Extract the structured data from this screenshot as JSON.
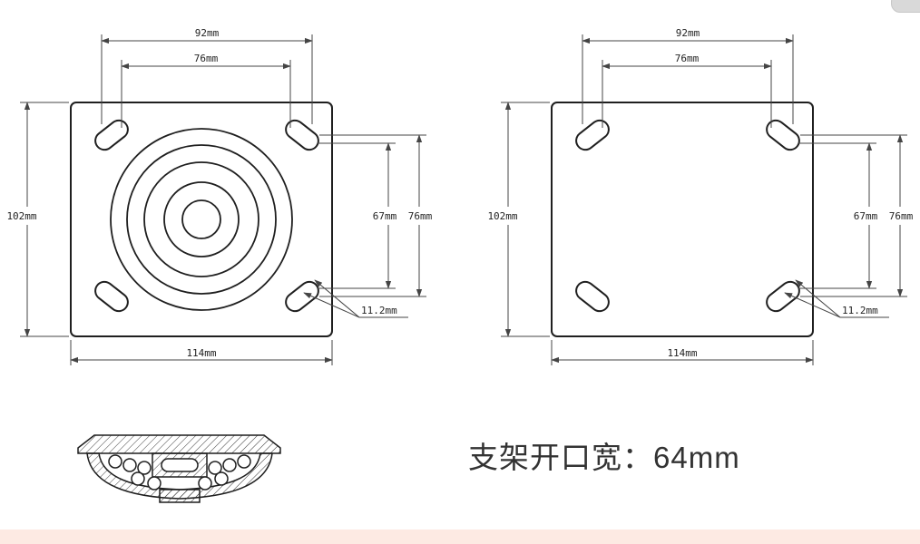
{
  "colors": {
    "line": "#1f1f1f",
    "dim_line": "#444444",
    "text": "#222222",
    "footer_bar": "#fdeae3",
    "note_text": "#333333"
  },
  "note": {
    "text": "支架开口宽：64mm"
  },
  "views": {
    "left": {
      "top_outer": "92mm",
      "top_inner": "76mm",
      "height": "102mm",
      "right_inner": "67mm",
      "right_outer": "76mm",
      "width": "114mm",
      "slot_width": "11.2mm"
    },
    "right": {
      "top_outer": "92mm",
      "top_inner": "76mm",
      "height": "102mm",
      "right_inner": "67mm",
      "right_outer": "76mm",
      "width": "114mm",
      "slot_width": "11.2mm"
    }
  }
}
